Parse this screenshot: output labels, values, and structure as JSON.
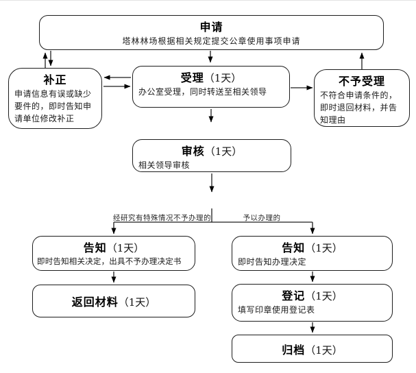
{
  "diagram": {
    "title_hint": "公章使用事项办理流程图",
    "colors": {
      "line": "#1c1c1c",
      "text": "#000000",
      "background": "#ffffff"
    },
    "nodes": {
      "apply": {
        "title": "申请",
        "duration": "",
        "body": "塔林林场根据相关规定提交公章使用事项申请"
      },
      "correction": {
        "title": "补正",
        "duration": "",
        "body": "申请信息有误或缺少要件的，即时告知申请单位修改补正"
      },
      "accept": {
        "title": "受理",
        "duration": "（1天）",
        "body": "办公室受理，同时转送至相关领导"
      },
      "reject": {
        "title": "不予受理",
        "duration": "",
        "body": "不符合申请条件的，即时退回材料，并告知理由"
      },
      "review": {
        "title": "审核",
        "duration": "（1天）",
        "body": "相关领导审核"
      },
      "notify_left": {
        "title": "告知",
        "duration": "（1天）",
        "body": "即时告知相关决定，出具不予办理决定书"
      },
      "notify_right": {
        "title": "告知",
        "duration": "（1天）",
        "body": "即时告知办理决定"
      },
      "return_materials": {
        "title": "返回材料",
        "duration": "（1天）",
        "body": ""
      },
      "register": {
        "title": "登记",
        "duration": "（1天）",
        "body": "填写印章使用登记表"
      },
      "archive": {
        "title": "归档",
        "duration": "（1天）",
        "body": ""
      }
    },
    "branch_labels": {
      "left": "经研究有特殊情况不予办理的",
      "right": "予以办理的"
    }
  }
}
